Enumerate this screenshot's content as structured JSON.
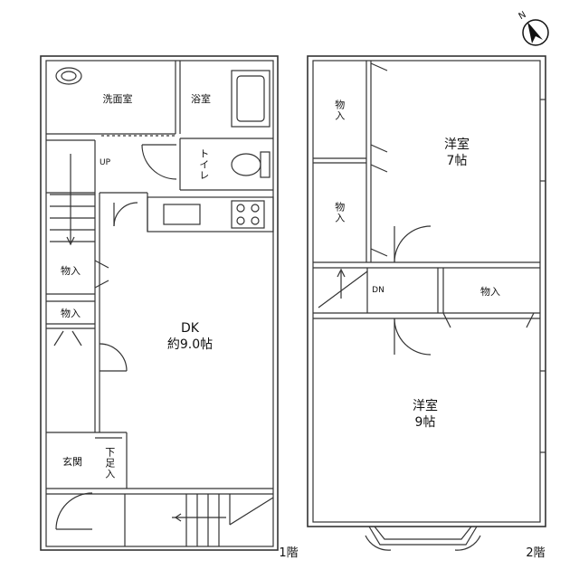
{
  "compass": {
    "north_label": "N",
    "icon": "north-arrow-icon"
  },
  "floor1": {
    "floor_label": "1階",
    "rooms": {
      "washroom": "洗面室",
      "bathroom": "浴室",
      "toilet": "トイレ",
      "stairs_up": "UP",
      "closet_a": "物入",
      "closet_b": "物入",
      "dk": "DK\n約9.0帖",
      "entrance": "玄関",
      "shoe_closet": "下足入"
    }
  },
  "floor2": {
    "floor_label": "2階",
    "rooms": {
      "closet_top": "物入",
      "closet_mid": "物入",
      "western_7": "洋室\n7帖",
      "stairs_down": "DN",
      "closet_right": "物入",
      "western_9": "洋室\n9帖"
    }
  }
}
